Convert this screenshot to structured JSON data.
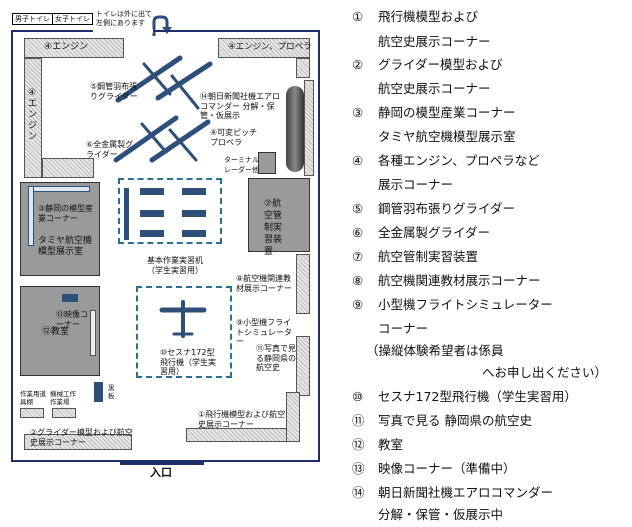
{
  "signs": {
    "mens_toilet": "男子トイレ",
    "womens_toilet": "女子トイレ",
    "toilet_note": "トイレは外に出て左側にあります"
  },
  "entrance": "入口",
  "map_labels": {
    "engine_top": "④エンジン",
    "engine_propeller_top": "④エンジン、プロペラ",
    "engine_side": "④エンジン",
    "steel_glider": "⑤鋼管羽布張りグライダー",
    "asahi": "⑭朝日新聞社機エアロコマンダー 分解・保管・仮展示",
    "metal_glider": "⑥全金属製グライダー",
    "variable_pitch": "④可変ピッチプロペラ",
    "terminal_radar": "ターミナルレーダー他",
    "shizuoka_model": "③静岡の模型産業コーナー",
    "tamiya_room": "タミヤ航空機模型展示室",
    "pipe_training": "⑦航空管制実習装置",
    "basic_bench": "基本作業実習机（学生実習用）",
    "education_material": "⑧航空機関連教材展示コーナー",
    "video_corner": "⑬映像コーナー",
    "classroom": "⑫教室",
    "cessna": "⑩セスナ172型飛行機（学生実習用）",
    "flight_sim": "⑨小型機フライトシミュレーター",
    "photo_history": "⑪写真で見る静岡県の航空史",
    "workbench": "作業用道具棚",
    "machine_tools": "機械工作作業場",
    "shelf": "黒板",
    "model_airplane_bottom": "①飛行機模型および航空史展示コーナー",
    "glider_model_bottom": "②グライダー模型および航空史展示コーナー"
  },
  "legend": [
    {
      "num": "①",
      "lines": [
        "飛行機模型および",
        "航空史展示コーナー"
      ]
    },
    {
      "num": "②",
      "lines": [
        "グライダー模型および",
        "航空史展示コーナー"
      ]
    },
    {
      "num": "③",
      "lines": [
        "静岡の模型産業コーナー",
        "タミヤ航空機模型展示室"
      ]
    },
    {
      "num": "④",
      "lines": [
        "各種エンジン、プロペラなど",
        "展示コーナー"
      ]
    },
    {
      "num": "⑤",
      "lines": [
        "鋼管羽布張りグライダー"
      ]
    },
    {
      "num": "⑥",
      "lines": [
        "全金属製グライダー"
      ]
    },
    {
      "num": "⑦",
      "lines": [
        "航空管制実習装置"
      ]
    },
    {
      "num": "⑧",
      "lines": [
        "航空機関連教材展示コーナー"
      ]
    },
    {
      "num": "⑨",
      "lines": [
        "小型機フライトシミュレーター",
        "コーナー"
      ]
    },
    {
      "num": "",
      "lines": [
        "（操縦体験希望者は係員",
        "へお申し出ください）"
      ]
    },
    {
      "num": "⑩",
      "lines": [
        "セスナ172型飛行機（学生実習用）"
      ]
    },
    {
      "num": "⑪",
      "lines": [
        "写真で見る 静岡県の航空史"
      ]
    },
    {
      "num": "⑫",
      "lines": [
        "教室"
      ]
    },
    {
      "num": "⑬",
      "lines": [
        "映像コーナー（準備中）"
      ]
    },
    {
      "num": "⑭",
      "lines": [
        "朝日新聞社機エアロコマンダー",
        "分解・保管・仮展示中"
      ]
    }
  ]
}
